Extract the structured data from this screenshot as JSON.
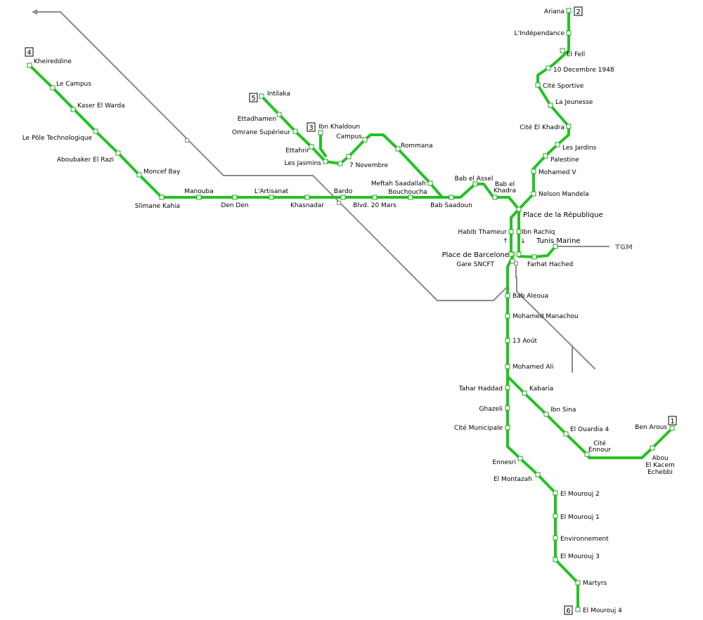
{
  "colors": {
    "metro": "#22c322",
    "rail": "#8a8a8a",
    "station_border": "#22a322"
  },
  "tgm_label": "TGM",
  "line_numbers": [
    "1",
    "2",
    "3",
    "4",
    "5",
    "6"
  ],
  "stations": [
    "Ariana",
    "L'Indépendance",
    "El Fell",
    "10 Decembre 1948",
    "Cité Sportive",
    "La Jeunesse",
    "Cité El Khadra",
    "Les Jardins",
    "Palestine",
    "Mohamed V",
    "Nelson Mandela",
    "Place de la République",
    "Ibn Rachiq",
    "Tunis Marine",
    "Farhat Hached",
    "Habib Thameur",
    "Place de Barcelone",
    "Gare SNCFT",
    "Kheireddine",
    "Le Campus",
    "Kaser El Warda",
    "Le Pôle Technologique",
    "Aboubaker El Razi",
    "Moncef Bay",
    "Slimane Kahia",
    "Manouba",
    "Den Den",
    "L'Artisanat",
    "Khasnadar",
    "Bardo",
    "Blvd. 20 Mars",
    "Bouchoucha",
    "Meftah Saadallah",
    "Bab Saadoun",
    "Bab el Assel",
    "Bab el Khadra",
    "Intilaka",
    "Ettadhamen",
    "Omrane Supérieur",
    "Ettahrir",
    "Les Jasmins",
    "Ibn Khaldoun",
    "Campus",
    "7 Novembre",
    "Rommana",
    "Bab Aleoua",
    "Mohamed Manachou",
    "13 Août",
    "Mohamed Ali",
    "Tahar Haddad",
    "Ghazeli",
    "Cité Municipale",
    "Kabaria",
    "Ibn Sina",
    "El Ouardia 4",
    "Cité Ennour",
    "Abou El Kacem Echebbi",
    "Ben Arous",
    "Ennesri",
    "El Montazah",
    "El Mourouj 2",
    "El Mourouj 1",
    "Environnement",
    "El Mourouj 3",
    "Martyrs",
    "El Mourouj 4"
  ]
}
